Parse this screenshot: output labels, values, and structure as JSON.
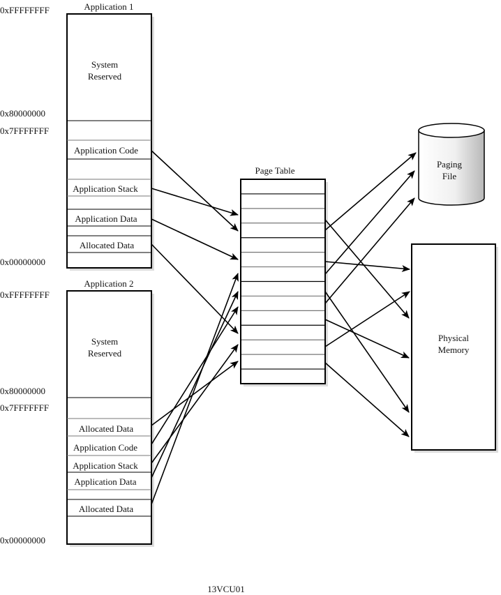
{
  "caption": "13VCU01",
  "applications": [
    {
      "title": "Application 1",
      "addresses": {
        "top": "0xFFFFFFFF",
        "system_end": "0x80000000",
        "user_start": "0x7FFFFFFF",
        "bottom": "0x00000000"
      },
      "system_label": [
        "System",
        "Reserved"
      ],
      "segments": [
        "Application Code",
        "Application Stack",
        "Application Data",
        "Allocated Data"
      ]
    },
    {
      "title": "Application 2",
      "addresses": {
        "top": "0xFFFFFFFF",
        "system_end": "0x80000000",
        "user_start": "0x7FFFFFFF",
        "bottom": "0x00000000"
      },
      "system_label": [
        "System",
        "Reserved"
      ],
      "segments": [
        "Allocated Data",
        "Application Code",
        "Application Stack",
        "Application Data",
        "Allocated Data"
      ]
    }
  ],
  "page_table": {
    "title": "Page Table",
    "rows": 14
  },
  "paging_file": {
    "label": [
      "Paging",
      "File"
    ]
  },
  "physical_memory": {
    "label": [
      "Physical",
      "Memory"
    ]
  },
  "mappings": {
    "app1_to_page_table": [
      {
        "from": "Application Code",
        "to_row": 3
      },
      {
        "from": "Application Stack",
        "to_row": 2
      },
      {
        "from": "Application Data",
        "to_row": 5
      },
      {
        "from": "Allocated Data",
        "to_row": 10
      }
    ],
    "app2_to_page_table": [
      {
        "from": "Allocated Data",
        "to_row": 12
      },
      {
        "from": "Application Code",
        "to_row": 8
      },
      {
        "from": "Application Stack",
        "to_row": 11
      },
      {
        "from": "Application Data",
        "to_row": 7
      },
      {
        "from": "Allocated Data",
        "to_row": 6
      }
    ],
    "page_table_to_storage": [
      {
        "from_row": 3,
        "to": "Paging File"
      },
      {
        "from_row": 6,
        "to": "Paging File"
      },
      {
        "from_row": 8,
        "to": "Paging File"
      },
      {
        "from_row": 2,
        "to": "Physical Memory"
      },
      {
        "from_row": 5,
        "to": "Physical Memory"
      },
      {
        "from_row": 7,
        "to": "Physical Memory"
      },
      {
        "from_row": 9,
        "to": "Physical Memory"
      },
      {
        "from_row": 11,
        "to": "Physical Memory"
      },
      {
        "from_row": 12,
        "to": "Physical Memory"
      }
    ]
  }
}
